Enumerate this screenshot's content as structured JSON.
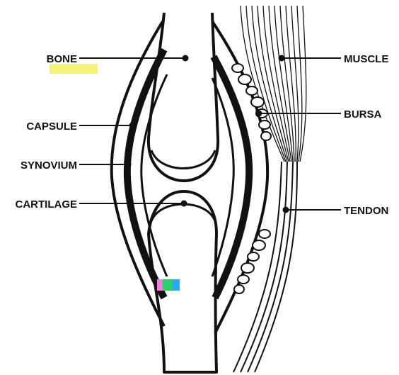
{
  "labels": {
    "bone": "BONE",
    "capsule": "CAPSULE",
    "synovium": "SYNOVIUM",
    "cartilage": "CARTILAGE",
    "muscle": "MUSCLE",
    "bursa": "BURSA",
    "tendon": "TENDON"
  },
  "colors": {
    "ink": "#111111",
    "paper": "#ffffff",
    "highlight_yellow": "#f5f27a",
    "artifact_green": "#29d36a",
    "artifact_blue": "#2aa9ff",
    "artifact_pink": "#ff7ad9"
  }
}
